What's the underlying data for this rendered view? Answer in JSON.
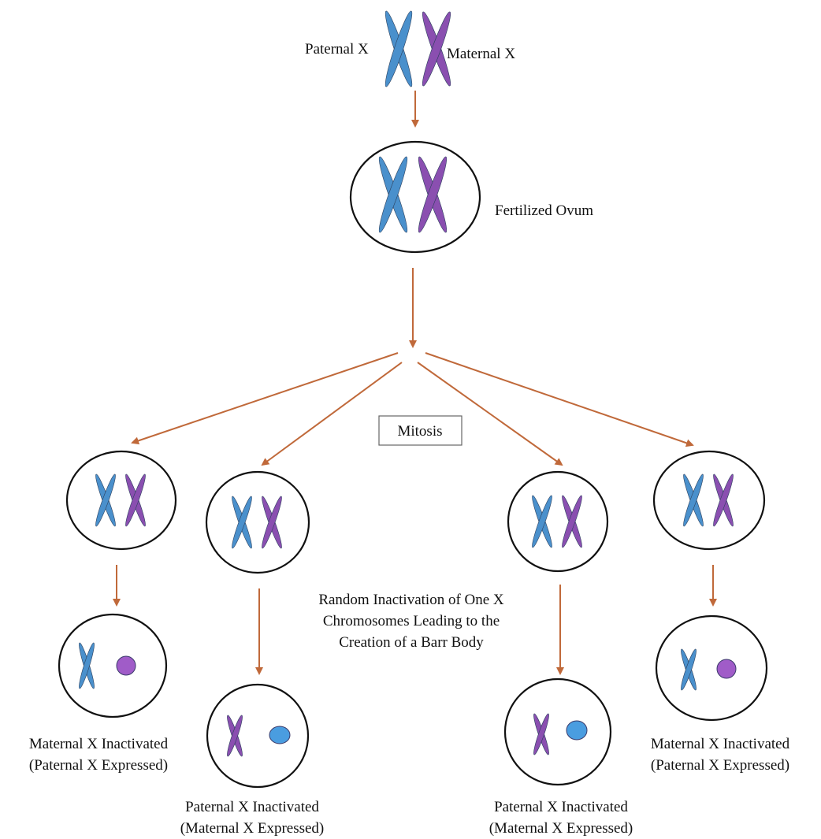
{
  "labels": {
    "paternal_x": "Paternal X",
    "maternal_x": "Maternal X",
    "fertilized_ovum": "Fertilized Ovum",
    "mitosis": "Mitosis",
    "random_inactivation": [
      "Random Inactivation of One X",
      "Chromosomes Leading to the",
      "Creation of a Barr Body"
    ],
    "outcome_1": [
      "Maternal X Inactivated",
      "(Paternal X Expressed)"
    ],
    "outcome_2": [
      "Paternal X Inactivated",
      "(Maternal X Expressed)"
    ],
    "outcome_3": [
      "Paternal X Inactivated",
      "(Maternal X Expressed)"
    ],
    "outcome_4": [
      "Maternal X Inactivated",
      "(Paternal X Expressed)"
    ]
  },
  "colors": {
    "paternal_chromosome": "#4a90cc",
    "maternal_chromosome": "#8a4fb0",
    "paternal_barr_body": "#4a9de0",
    "maternal_barr_body": "#a05cc8",
    "arrow": "#c0693a",
    "outline": "#111111"
  }
}
